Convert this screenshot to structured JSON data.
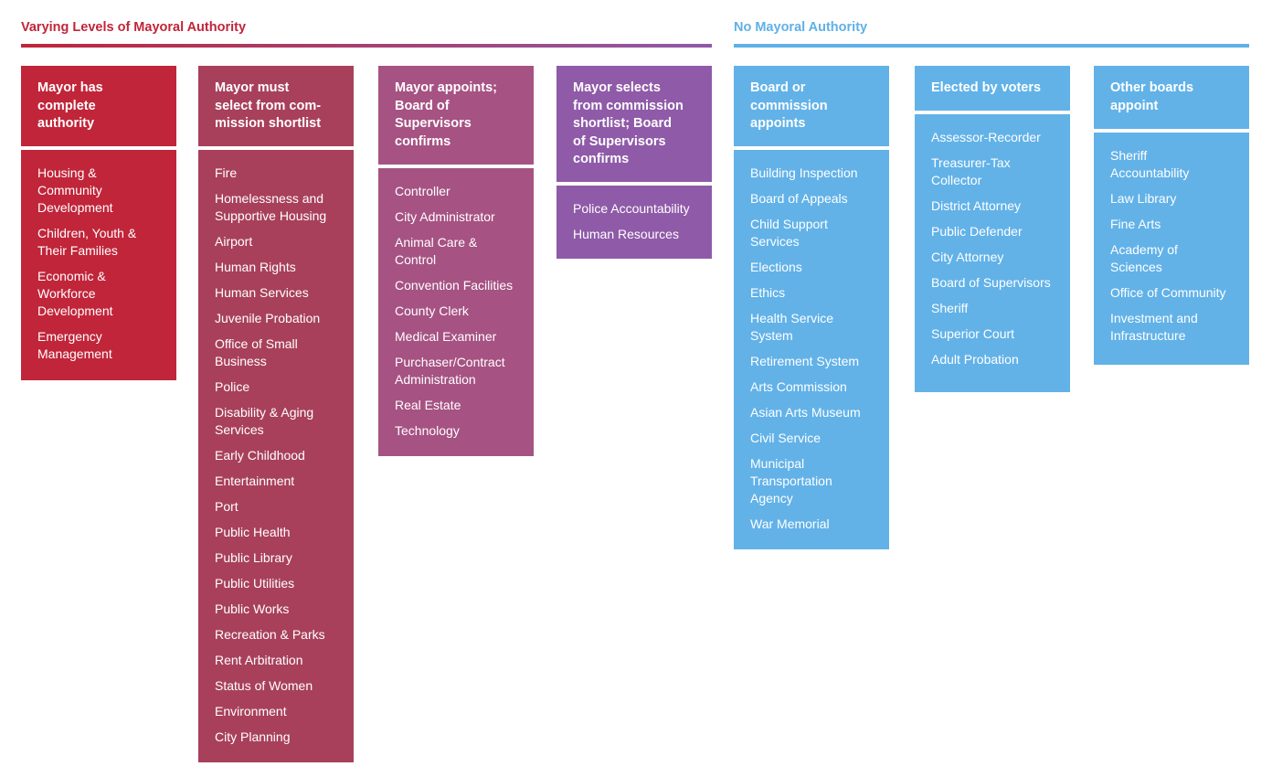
{
  "sections": {
    "varying": {
      "title": "Varying Levels of Mayoral Authority",
      "color": "#c0253a"
    },
    "none": {
      "title": "No Mayoral Authority",
      "color": "#5fb0e6"
    }
  },
  "columns": [
    {
      "header": [
        "Mayor has",
        "complete",
        "authority"
      ],
      "color": "#c1253a",
      "items": [
        [
          "Housing &",
          "Community",
          "Development"
        ],
        [
          "Children, Youth  &",
          "Their Families"
        ],
        [
          "Economic &",
          "Workforce",
          "Development"
        ],
        [
          "Emergency",
          "Management"
        ]
      ]
    },
    {
      "header": [
        "Mayor must",
        "select from com-",
        "mission shortlist"
      ],
      "color": "#a8405b",
      "items": [
        [
          "Fire"
        ],
        [
          "Homelessness and",
          "Supportive Housing"
        ],
        [
          "Airport"
        ],
        [
          "Human Rights"
        ],
        [
          "Human Services"
        ],
        [
          "Juvenile Probation"
        ],
        [
          "Office of Small",
          "Business"
        ],
        [
          "Police"
        ],
        [
          "Disability & Aging",
          "Services"
        ],
        [
          "Early Childhood"
        ],
        [
          "Entertainment"
        ],
        [
          "Port"
        ],
        [
          "Public Health"
        ],
        [
          "Public Library"
        ],
        [
          "Public Utilities"
        ],
        [
          "Public Works"
        ],
        [
          "Recreation & Parks"
        ],
        [
          "Rent Arbitration"
        ],
        [
          "Status of Women"
        ],
        [
          "Environment"
        ],
        [
          "City Planning"
        ]
      ]
    },
    {
      "header": [
        "Mayor appoints;",
        "Board of",
        "Supervisors",
        "confirms"
      ],
      "color": "#a65283",
      "items": [
        [
          "Controller"
        ],
        [
          "City Administrator"
        ],
        [
          "Animal Care &",
          "Control"
        ],
        [
          "Convention Facilities"
        ],
        [
          "County Clerk"
        ],
        [
          "Medical Examiner"
        ],
        [
          "Purchaser/Contract",
          "Administration"
        ],
        [
          "Real Estate"
        ],
        [
          "Technology"
        ]
      ]
    },
    {
      "header": [
        "Mayor selects",
        "from commission",
        "shortlist; Board",
        "of Supervisors",
        "confirms"
      ],
      "color": "#8f5aa8",
      "items": [
        [
          "Police Accountability"
        ],
        [
          "Human Resources"
        ]
      ]
    },
    {
      "header": [
        "Board or",
        "commission",
        "appoints"
      ],
      "color": "#62b2e8",
      "items": [
        [
          "Building Inspection"
        ],
        [
          "Board of Appeals"
        ],
        [
          "Child Support",
          "Services"
        ],
        [
          "Elections"
        ],
        [
          "Ethics"
        ],
        [
          "Health Service",
          "System"
        ],
        [
          "Retirement System"
        ],
        [
          "Arts Commission"
        ],
        [
          "Asian Arts Museum"
        ],
        [
          "Civil Service"
        ],
        [
          "Municipal",
          "Transportation",
          "Agency"
        ],
        [
          "War Memorial"
        ]
      ]
    },
    {
      "header": [
        "Elected by voters"
      ],
      "color": "#62b2e8",
      "items": [
        [
          "Assessor-Recorder"
        ],
        [
          "Treasurer-Tax",
          "Collector"
        ],
        [
          "District Attorney"
        ],
        [
          "Public Defender"
        ],
        [
          "City Attorney"
        ],
        [
          "Board of Supervisors"
        ],
        [
          "Sheriff"
        ],
        [
          "Superior Court"
        ],
        [
          "Adult Probation"
        ]
      ]
    },
    {
      "header": [
        "Other boards",
        "appoint"
      ],
      "color": "#62b2e8",
      "items": [
        [
          "Sheriff",
          "Accountability"
        ],
        [
          "Law Library"
        ],
        [
          "Fine Arts"
        ],
        [
          "Academy of",
          "Sciences"
        ],
        [
          "Office of Community"
        ],
        [
          "Investment and",
          "Infrastructure"
        ]
      ]
    }
  ]
}
